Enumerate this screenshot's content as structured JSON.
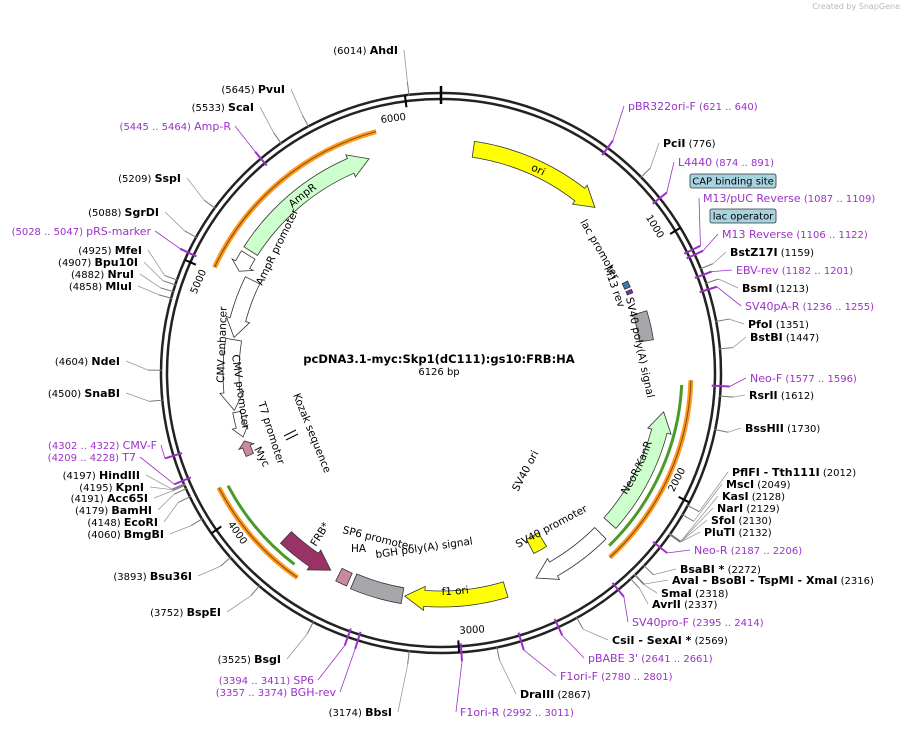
{
  "watermark": "Created by SnapGene",
  "plasmid": {
    "name": "pcDNA3.1-myc:Skp1(dC111):gs10:FRB:HA",
    "size": "6126 bp",
    "length": 6126
  },
  "ruler": [
    "1000",
    "2000",
    "3000",
    "4000",
    "5000",
    "6000"
  ],
  "colors": {
    "ori": "#ffff00",
    "ampr": "#ccffcc",
    "neo": "#ccffcc",
    "primer": "#9b30c8",
    "feature_bar": "#ff9a1f",
    "frb": "#993366",
    "polyA": "#a5a7ab",
    "myc": "#c98a9e",
    "ha": "#c98a9e",
    "cap": "#a6d3df",
    "m13rev": "#7a2fb8"
  },
  "enzymes": [
    {
      "name": "AhdI",
      "pos": "(6014)",
      "site": 6014
    },
    {
      "name": "PciI",
      "pos": "(776)",
      "site": 776
    },
    {
      "name": "BstZ17I",
      "pos": "(1159)",
      "site": 1159
    },
    {
      "name": "BsmI",
      "pos": "(1213)",
      "site": 1213
    },
    {
      "name": "PfoI",
      "pos": "(1351)",
      "site": 1351
    },
    {
      "name": "BstBI",
      "pos": "(1447)",
      "site": 1447
    },
    {
      "name": "RsrII",
      "pos": "(1612)",
      "site": 1612
    },
    {
      "name": "BssHII",
      "pos": "(1730)",
      "site": 1730
    },
    {
      "name": "PflFI - Tth111I",
      "pos": "(2012)",
      "site": 2012
    },
    {
      "name": "MscI",
      "pos": "(2049)",
      "site": 2049
    },
    {
      "name": "KasI",
      "pos": "(2128)",
      "site": 2128
    },
    {
      "name": "NarI",
      "pos": "(2129)",
      "site": 2129
    },
    {
      "name": "SfoI",
      "pos": "(2130)",
      "site": 2130
    },
    {
      "name": "PluTI",
      "pos": "(2132)",
      "site": 2132
    },
    {
      "name": "BsaBI *",
      "pos": "(2272)",
      "site": 2272
    },
    {
      "name": "AvaI - BsoBI - TspMI - XmaI",
      "pos": "(2316)",
      "site": 2316
    },
    {
      "name": "SmaI",
      "pos": "(2318)",
      "site": 2318
    },
    {
      "name": "AvrII",
      "pos": "(2337)",
      "site": 2337
    },
    {
      "name": "CsiI - SexAI *",
      "pos": "(2569)",
      "site": 2569
    },
    {
      "name": "DraIII",
      "pos": "(2867)",
      "site": 2867
    },
    {
      "name": "BbsI",
      "pos": "(3174)",
      "site": 3174
    },
    {
      "name": "BsgI",
      "pos": "(3525)",
      "site": 3525
    },
    {
      "name": "BspEI",
      "pos": "(3752)",
      "site": 3752
    },
    {
      "name": "Bsu36I",
      "pos": "(3893)",
      "site": 3893
    },
    {
      "name": "BmgBI",
      "pos": "(4060)",
      "site": 4060
    },
    {
      "name": "EcoRI",
      "pos": "(4148)",
      "site": 4148
    },
    {
      "name": "BamHI",
      "pos": "(4179)",
      "site": 4179
    },
    {
      "name": "Acc65I",
      "pos": "(4191)",
      "site": 4191
    },
    {
      "name": "KpnI",
      "pos": "(4195)",
      "site": 4195
    },
    {
      "name": "HindIII",
      "pos": "(4197)",
      "site": 4197
    },
    {
      "name": "SnaBI",
      "pos": "(4500)",
      "site": 4500
    },
    {
      "name": "NdeI",
      "pos": "(4604)",
      "site": 4604
    },
    {
      "name": "MluI",
      "pos": "(4858)",
      "site": 4858
    },
    {
      "name": "NruI",
      "pos": "(4882)",
      "site": 4882
    },
    {
      "name": "Bpu10I",
      "pos": "(4907)",
      "site": 4907
    },
    {
      "name": "MfeI",
      "pos": "(4925)",
      "site": 4925
    },
    {
      "name": "SgrDI",
      "pos": "(5088)",
      "site": 5088
    },
    {
      "name": "SspI",
      "pos": "(5209)",
      "site": 5209
    },
    {
      "name": "ScaI",
      "pos": "(5533)",
      "site": 5533
    },
    {
      "name": "PvuI",
      "pos": "(5645)",
      "site": 5645
    }
  ],
  "primers": [
    {
      "name": "pBR322ori-F",
      "range": "(621 .. 640)",
      "start": 621
    },
    {
      "name": "L4440",
      "range": "(874 .. 891)",
      "start": 874
    },
    {
      "name": "M13/pUC Reverse",
      "range": "(1087 .. 1109)",
      "start": 1087
    },
    {
      "name": "M13 Reverse",
      "range": "(1106 .. 1122)",
      "start": 1106
    },
    {
      "name": "EBV-rev",
      "range": "(1182 .. 1201)",
      "start": 1182
    },
    {
      "name": "SV40pA-R",
      "range": "(1236 .. 1255)",
      "start": 1236
    },
    {
      "name": "Neo-F",
      "range": "(1577 .. 1596)",
      "start": 1577
    },
    {
      "name": "Neo-R",
      "range": "(2187 .. 2206)",
      "start": 2187
    },
    {
      "name": "SV40pro-F",
      "range": "(2395 .. 2414)",
      "start": 2395
    },
    {
      "name": "pBABE 3'",
      "range": "(2641 .. 2661)",
      "start": 2641
    },
    {
      "name": "F1ori-F",
      "range": "(2780 .. 2801)",
      "start": 2780
    },
    {
      "name": "F1ori-R",
      "range": "(2992 .. 3011)",
      "start": 2992
    },
    {
      "name": "SP6",
      "range": "(3394 .. 3411)",
      "start": 3394
    },
    {
      "name": "BGH-rev",
      "range": "(3357 .. 3374)",
      "start": 3357
    },
    {
      "name": "T7",
      "range": "(4209 .. 4228)",
      "start": 4209
    },
    {
      "name": "CMV-F",
      "range": "(4302 .. 4322)",
      "start": 4302
    },
    {
      "name": "pRS-marker",
      "range": "(5028 .. 5047)",
      "start": 5028
    },
    {
      "name": "Amp-R",
      "range": "(5445 .. 5464)",
      "start": 5445
    }
  ],
  "boxed_features": [
    {
      "name": "CAP binding site"
    },
    {
      "name": "lac operator"
    }
  ],
  "features": {
    "ori": "ori",
    "ampr": "AmpR",
    "ampr_promoter": "AmpR promoter",
    "lac_promoter": "lac promoter",
    "m13_rev": "M13 rev",
    "sv40_polyA": "SV40 poly(A) signal",
    "neor": "NeoR/KanR",
    "sv40_ori": "SV40 ori",
    "sv40_promoter": "SV40 promoter",
    "f1_ori": "f1 ori",
    "bgh": "bGH poly(A) signal",
    "sp6": "SP6 promoter",
    "ha": "HA",
    "frb": "FRB*",
    "kozak": "Kozak sequence",
    "t7": "T7 promoter",
    "myc": "Myc",
    "cmv_promoter": "CMV promoter",
    "cmv_enhancer": "CMV enhancer"
  }
}
